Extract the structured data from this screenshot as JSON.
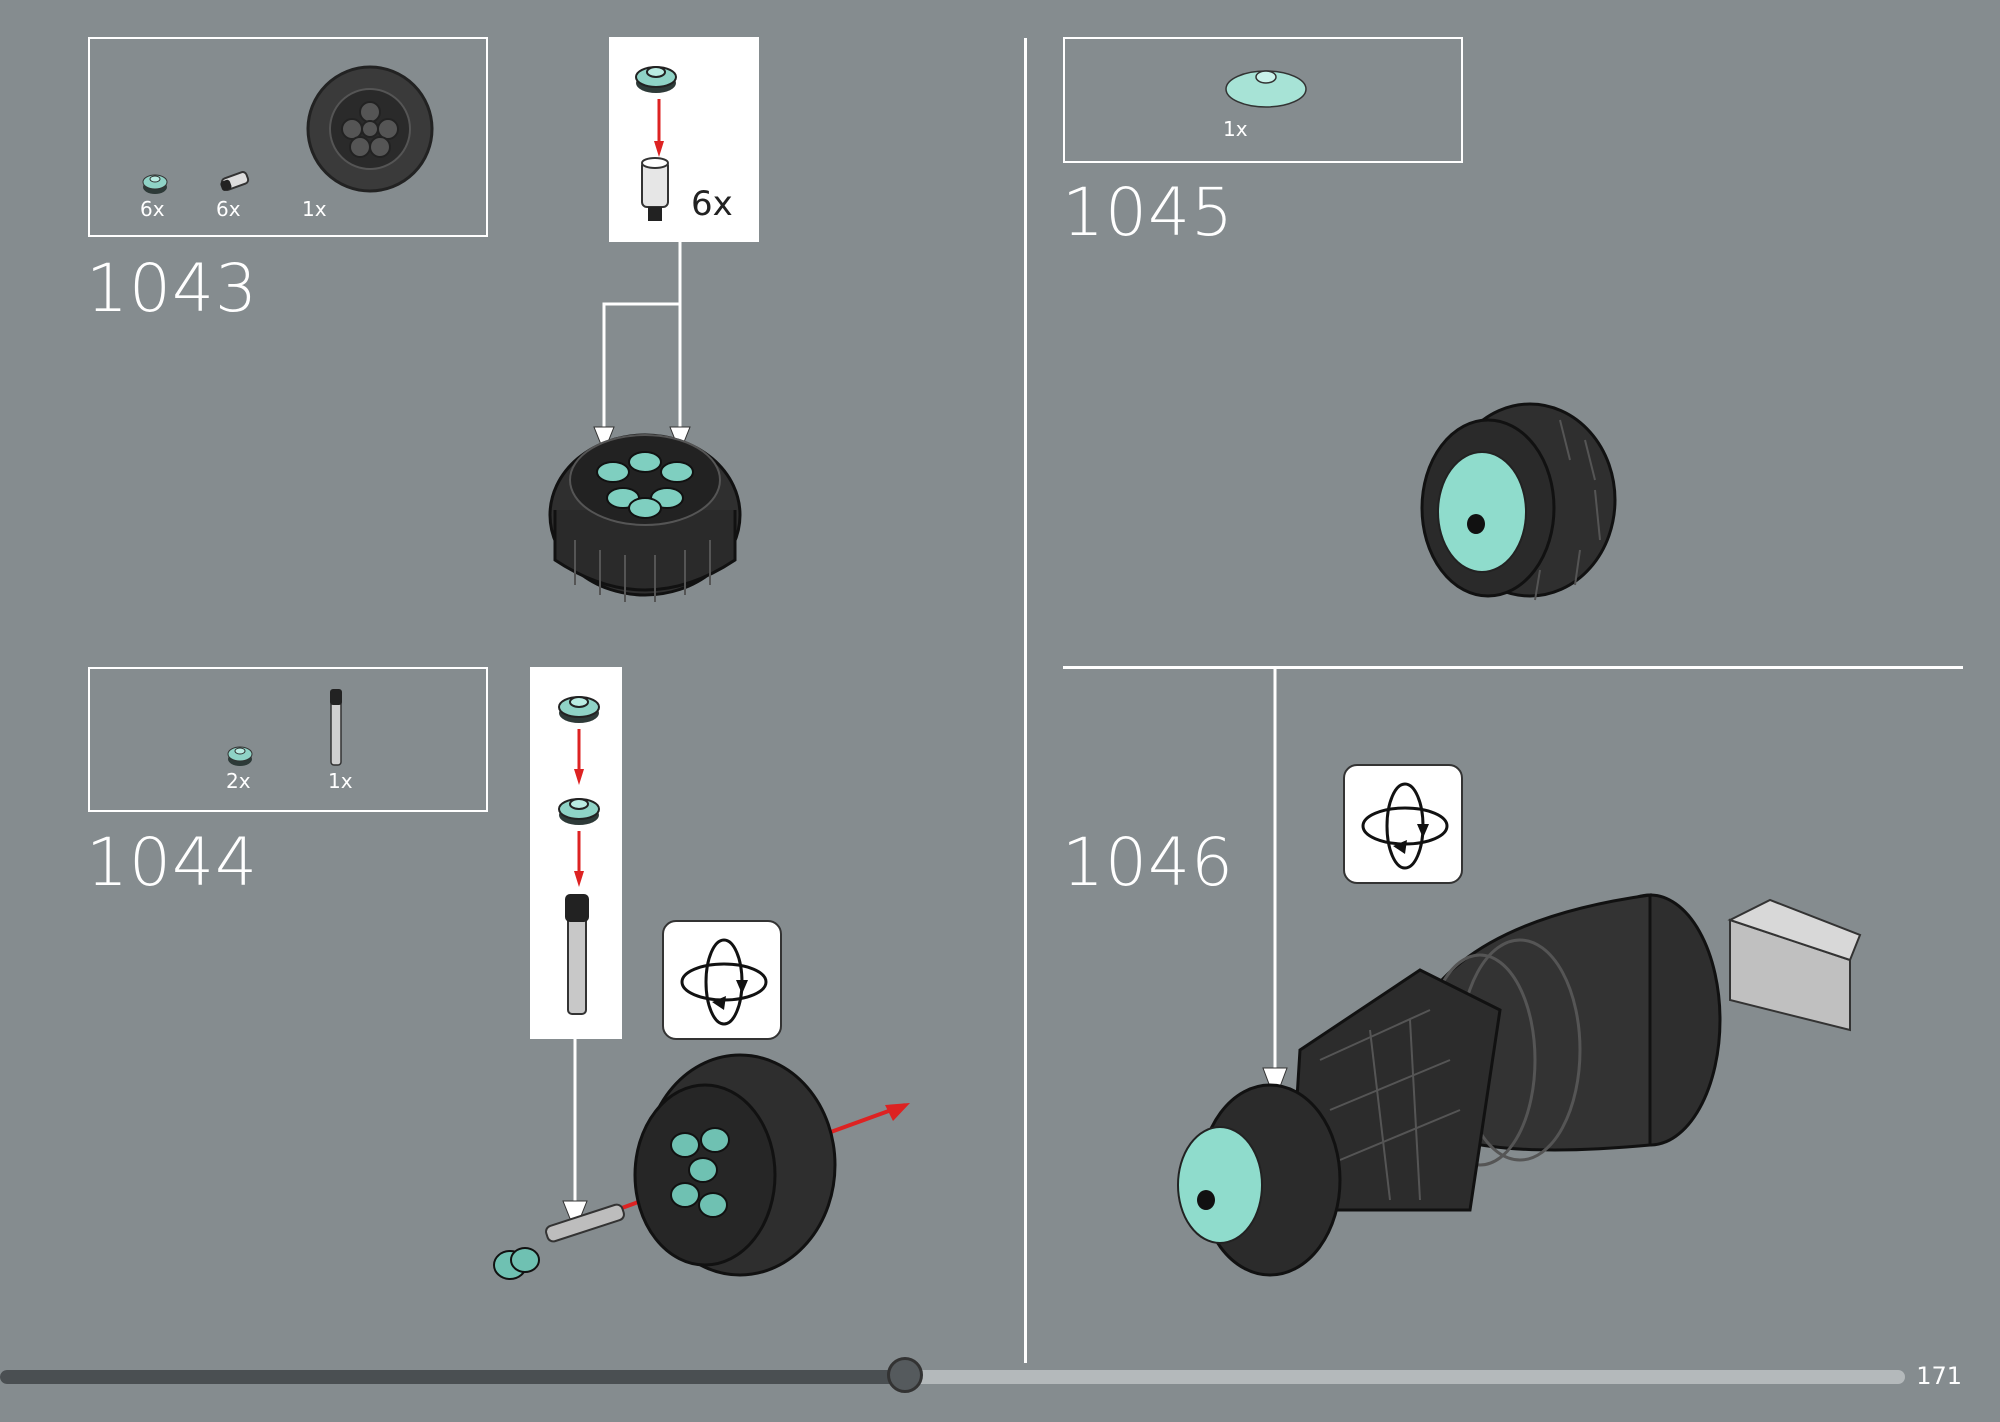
{
  "steps": [
    {
      "number": "1043",
      "parts": [
        {
          "qty": "6x"
        },
        {
          "qty": "6x"
        },
        {
          "qty": "1x"
        }
      ],
      "callout_qty": "6x"
    },
    {
      "number": "1044",
      "parts": [
        {
          "qty": "2x"
        },
        {
          "qty": "1x"
        }
      ]
    },
    {
      "number": "1045",
      "parts": [
        {
          "qty": "1x"
        }
      ]
    },
    {
      "number": "1046"
    }
  ],
  "progress": {
    "fraction": 0.475
  },
  "page_number": "171"
}
